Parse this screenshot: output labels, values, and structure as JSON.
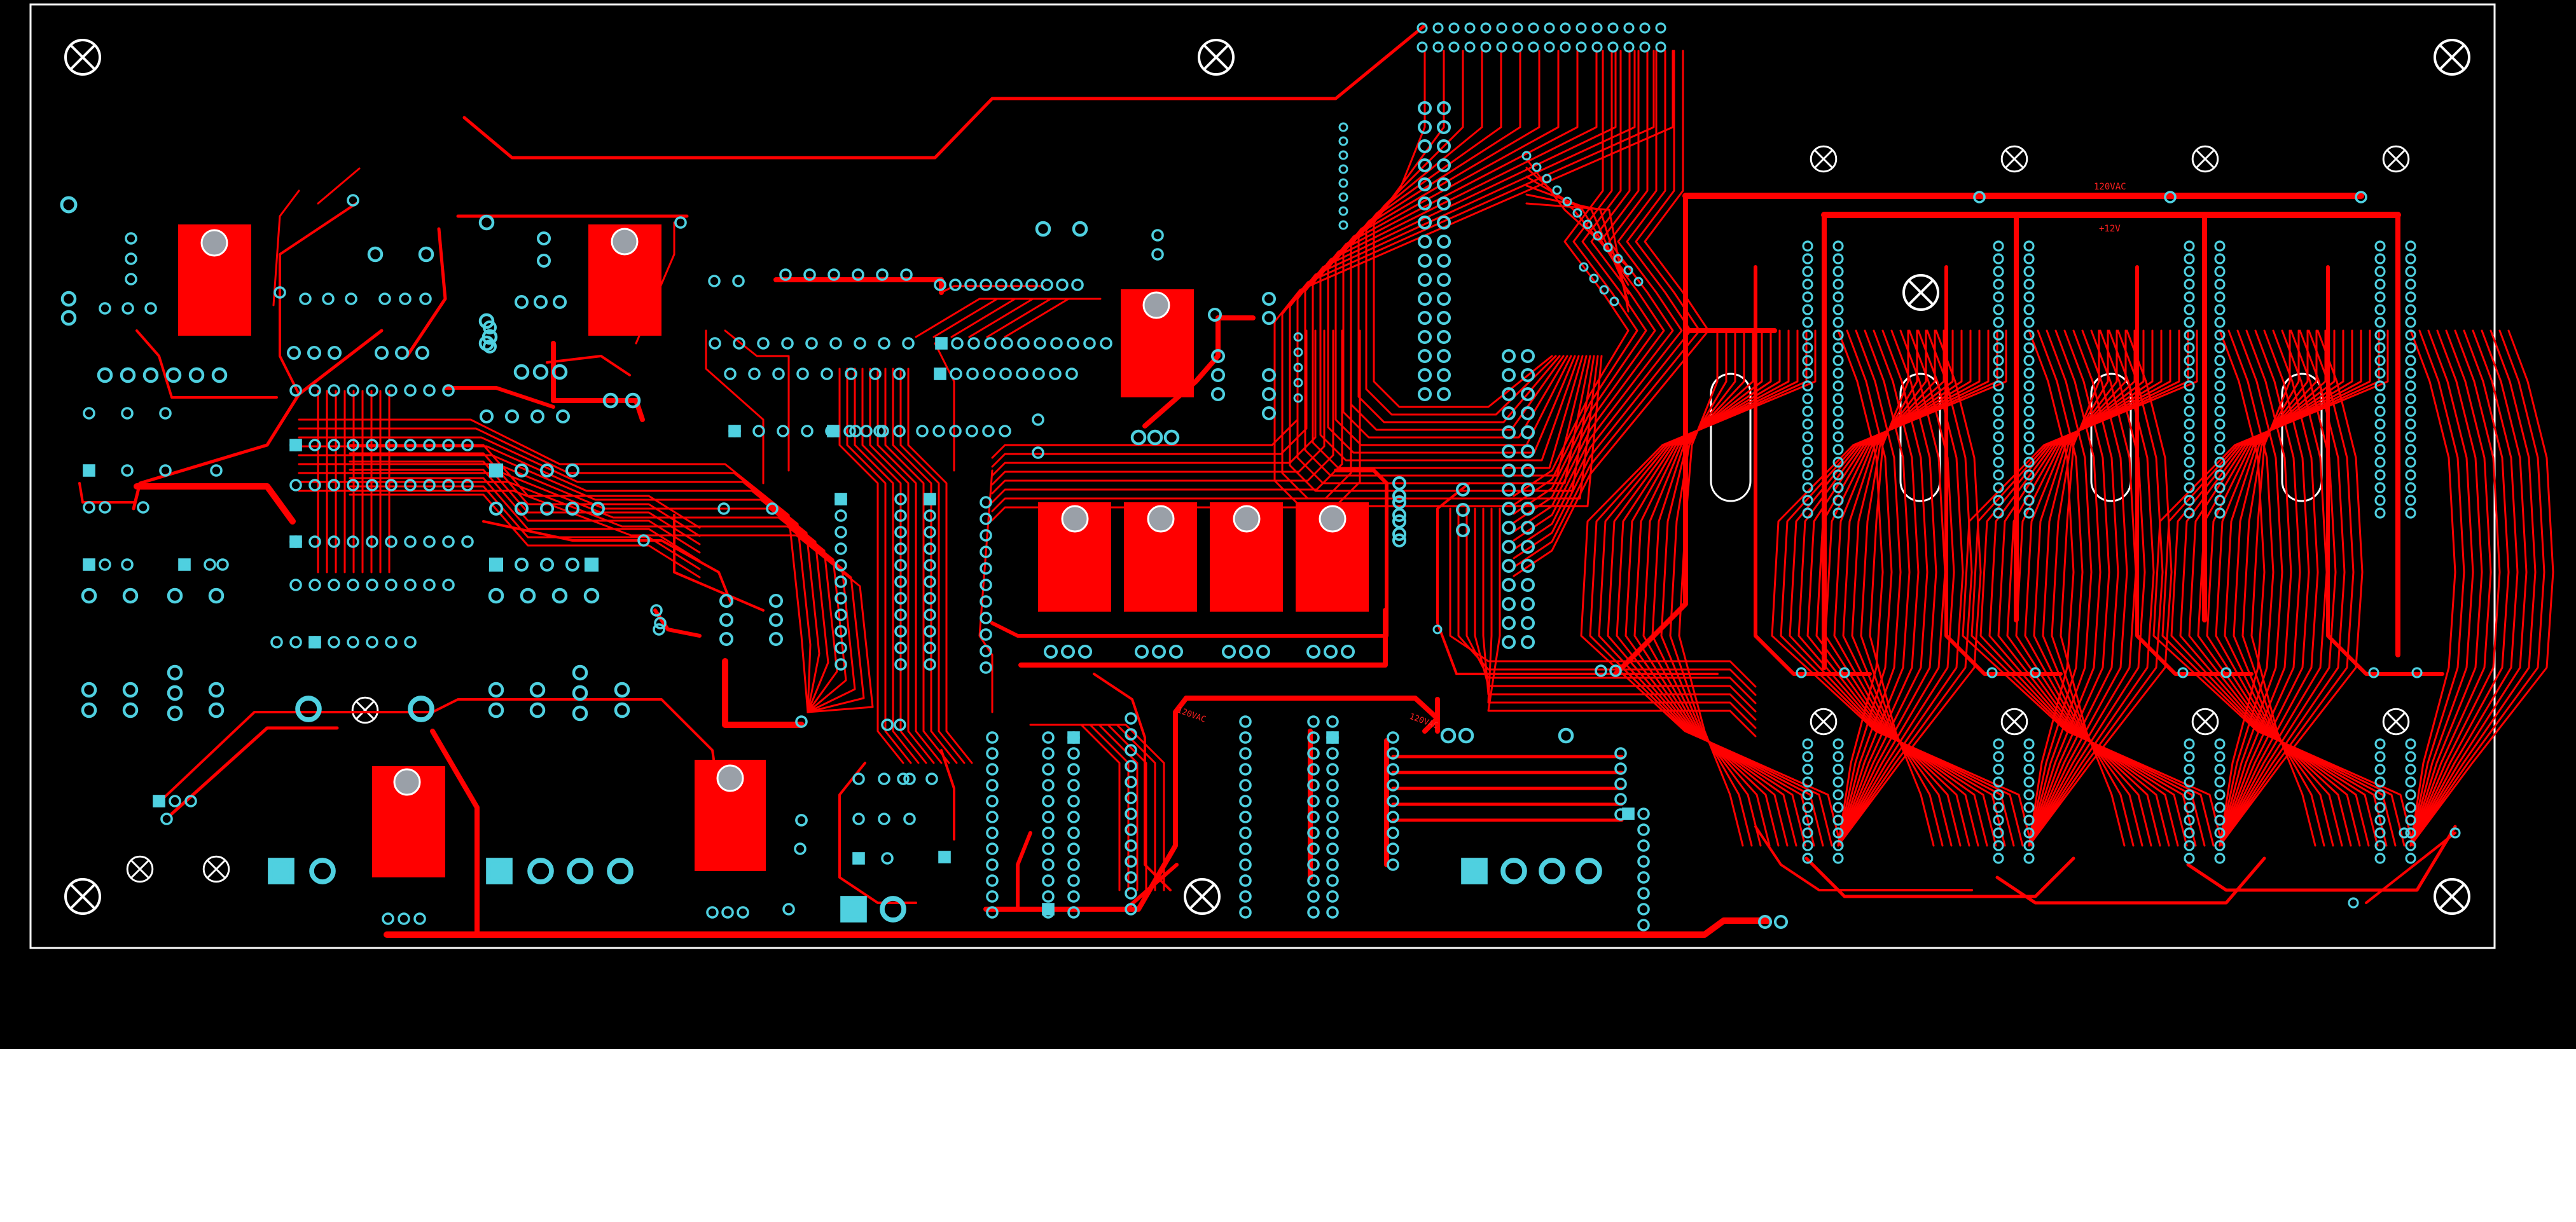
{
  "colors": {
    "background": "#000000",
    "board_outline": "#ffffff",
    "copper": "#ff0000",
    "pad": "#4fd0e0",
    "below": "#ffffff"
  },
  "labels": {
    "rail_top": "120VAC",
    "rail_second": "+12V",
    "mid_label": "120VAC",
    "right_label": "120VAC"
  },
  "icons": {
    "mounting_hole": "circle-x-icon"
  }
}
